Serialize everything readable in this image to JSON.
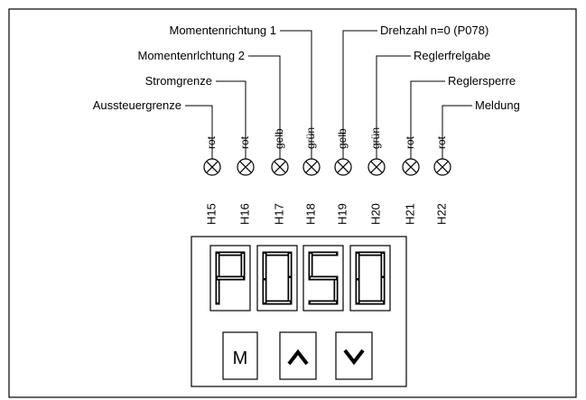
{
  "signal_labels": {
    "momentenrichtung_1": "Momentenrichtung 1",
    "momentenrichtung_2": "Momentenrlchtung 2",
    "stromgrenze": "Stromgrenze",
    "aussteuergrenze": "Aussteuergrenze",
    "drehzahl": "Drehzahl n=0 (P078)",
    "reglerfreigabe": "Reglerfrelgabe",
    "reglersperre": "Reglersperre",
    "meldung": "Meldung"
  },
  "leds": [
    {
      "id": "H15",
      "color": "rot"
    },
    {
      "id": "H16",
      "color": "rot"
    },
    {
      "id": "H17",
      "color": "gelb"
    },
    {
      "id": "H18",
      "color": "grün"
    },
    {
      "id": "H19",
      "color": "gelb"
    },
    {
      "id": "H20",
      "color": "grün"
    },
    {
      "id": "H21",
      "color": "rot"
    },
    {
      "id": "H22",
      "color": "rot"
    }
  ],
  "display": {
    "digits": [
      "P",
      "0",
      "5",
      "0"
    ]
  },
  "keys": {
    "mode_label": "M",
    "up_icon": "chevron-up-icon",
    "down_icon": "chevron-down-icon"
  }
}
